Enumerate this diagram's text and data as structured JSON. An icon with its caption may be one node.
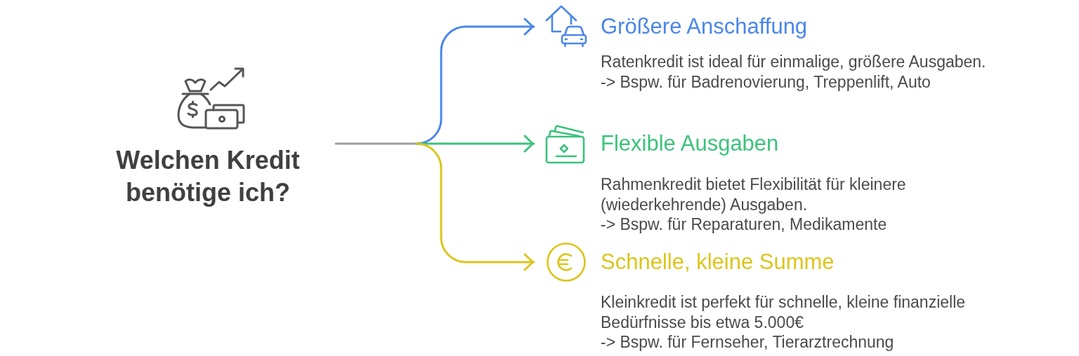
{
  "diagram": {
    "nodes": [
      {
        "text": [
          "Welchen Kredit benötige ich?"
        ]
      },
      {
        "text": [
          "Größere Anschaffung",
          "Ratenkredit ist ideal für einmalige, größere Ausgaben.",
          "-> Bspw. für Badrenovierung, Treppenlift, Auto"
        ]
      },
      {
        "text": [
          "Flexible Ausgaben",
          "Rahmenkredit bietet Flexibilität für kleinere (wiederkehrende) Ausgaben.",
          "-> Bspw. für Reparaturen, Medikamente"
        ]
      },
      {
        "text": [
          "Schnelle, kleine Summe",
          "Kleinkredit ist perfekt für schnelle, kleine finanzielle Bedürfnisse bis etwa 5.000€",
          "-> Bspw. für Fernseher, Tierarztrechnung"
        ]
      }
    ],
    "edges": [
      {
        "from": 0,
        "to": 1,
        "arrow": "to",
        "color": "#4a86e8"
      },
      {
        "from": 0,
        "to": 2,
        "arrow": "to",
        "color": "#3cc27c"
      },
      {
        "from": 0,
        "to": 3,
        "arrow": "to",
        "color": "#dcc51c"
      }
    ]
  }
}
